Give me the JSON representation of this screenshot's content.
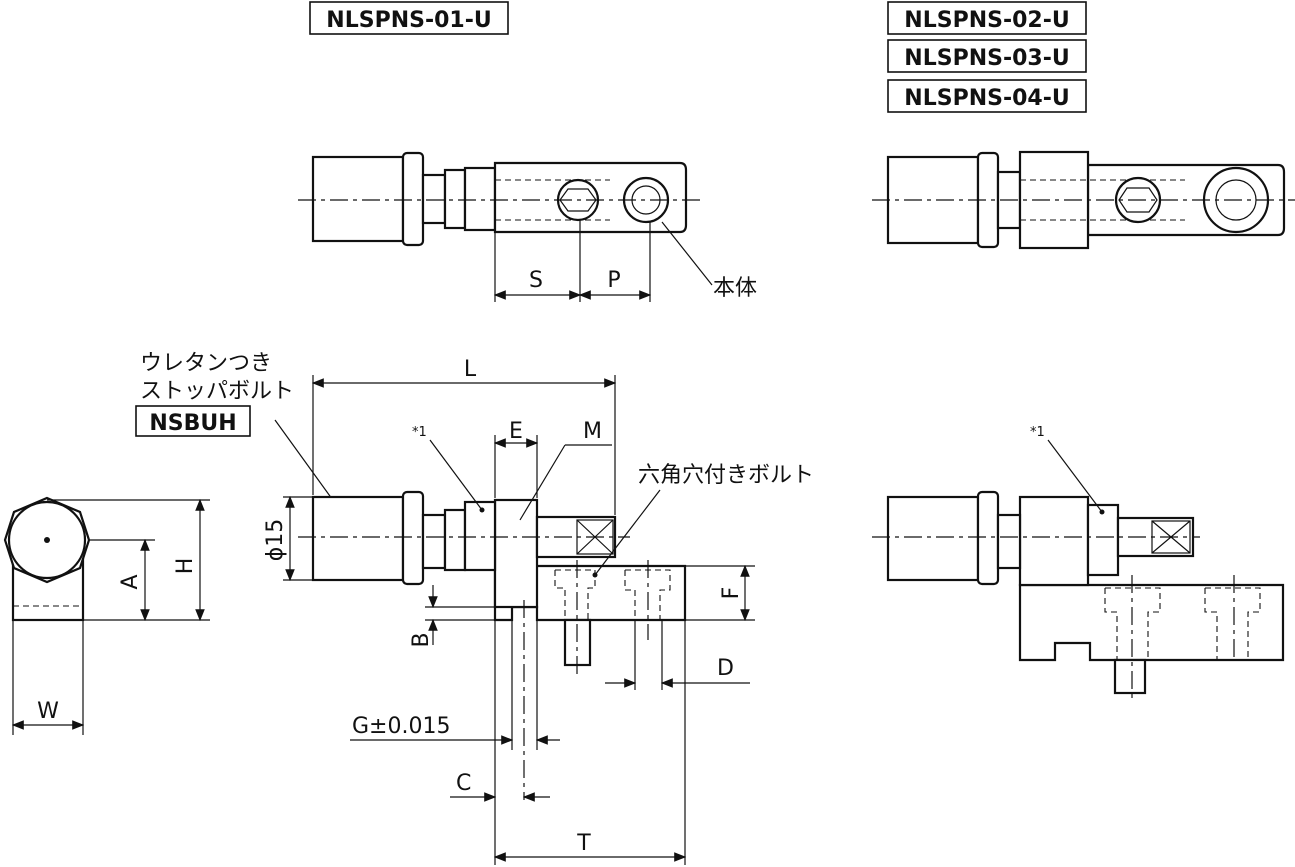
{
  "models": {
    "left": "NLSPNS-01-U",
    "right": [
      "NLSPNS-02-U",
      "NLSPNS-03-U",
      "NLSPNS-04-U"
    ]
  },
  "labels": {
    "body": "本体",
    "urethane_line1": "ウレタンつき",
    "urethane_line2": "ストッパボルト",
    "stopper_model": "NSBUH",
    "hex_bolt": "六角穴付きボルト",
    "note_mark": "*1",
    "note_mark_right": "*1"
  },
  "dimensions": {
    "S": "S",
    "P": "P",
    "L": "L",
    "E": "E",
    "M": "M",
    "phi15": "ϕ15",
    "H": "H",
    "A": "A",
    "W": "W",
    "F": "F",
    "B": "B",
    "D": "D",
    "G": "G±0.015",
    "C": "C",
    "T": "T"
  }
}
